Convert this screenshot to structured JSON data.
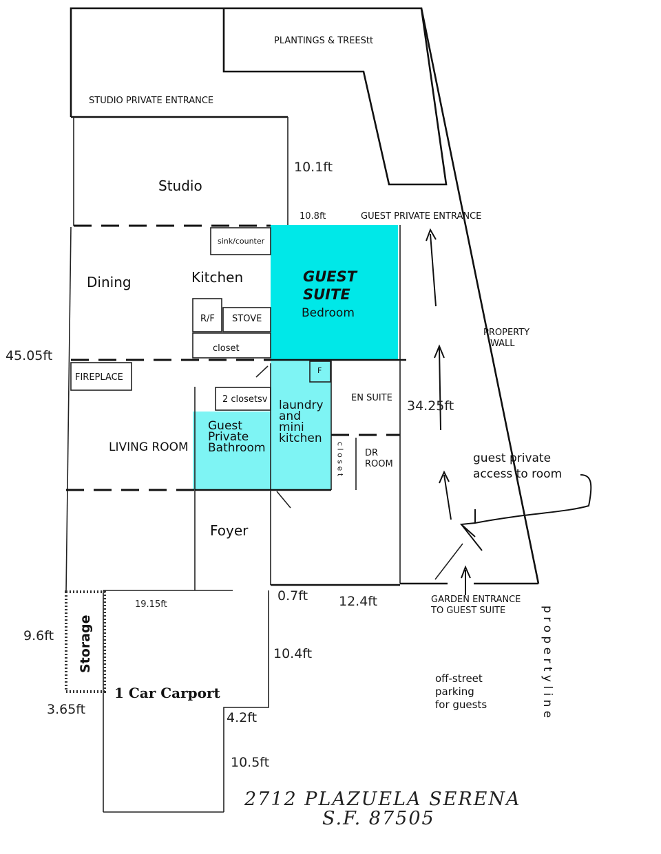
{
  "labels": {
    "plantings": "PLANTINGS & TREEStt",
    "studio_entrance": "STUDIO PRIVATE ENTRANCE",
    "studio": "Studio",
    "guest_entrance": "GUEST PRIVATE ENTRANCE",
    "sink_counter": "sink/counter",
    "dining": "Dining",
    "kitchen": "Kitchen",
    "guest_suite_line1": "GUEST",
    "guest_suite_line2": "SUITE",
    "bedroom": "Bedroom",
    "rf": "R/F",
    "stove": "STOVE",
    "closet": "closet",
    "property_wall_line1": "PROPERTY",
    "property_wall_line2": "WALL",
    "fireplace": "FIREPLACE",
    "f": "F",
    "two_closets": "2 closetsv",
    "laundry_1": "laundry",
    "laundry_2": "and",
    "laundry_3": "mini",
    "laundry_4": "kitchen",
    "en_suite": "EN SUITE",
    "bath_1": "Guest",
    "bath_2": "Private",
    "bath_3": "Bathroom",
    "living_room": "LIVING ROOM",
    "closet_vertical": "c l o s e t",
    "dr_1": "DR",
    "dr_2": "ROOM",
    "guest_access_1": "guest private",
    "guest_access_2": "access to room",
    "foyer": "Foyer",
    "garden_1": "GARDEN ENTRANCE",
    "garden_2": "TO GUEST SUITE",
    "storage": "Storage",
    "carport": "1 Car Carport",
    "parking_1": "off-street",
    "parking_2": "parking",
    "parking_3": "for guests",
    "property_line": "p r o p e r t y l i n e",
    "address_1": "2712 PLAZUELA SERENA",
    "address_2": "S.F. 87505"
  },
  "dimensions": {
    "d_10_1": "10.1ft",
    "d_10_8": "10.8ft",
    "d_45_05": "45.05ft",
    "d_34_25": "34.25ft",
    "d_0_7": "0.7ft",
    "d_12_4": "12.4ft",
    "d_19_15": "19.15ft",
    "d_9_6": "9.6ft",
    "d_10_4": "10.4ft",
    "d_3_65": "3.65ft",
    "d_4_2": "4.2ft",
    "d_10_5": "10.5ft"
  },
  "colors": {
    "guest_suite": "#00e8e8",
    "bath_laundry": "#7ef4f4",
    "ink": "#111111"
  }
}
